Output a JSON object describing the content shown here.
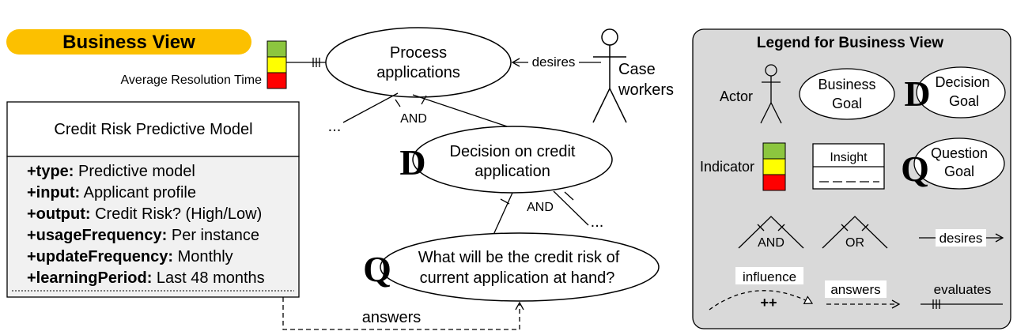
{
  "title": "Business View",
  "indicator": {
    "label": "Average Resolution Time",
    "colors": [
      "#8cc63f",
      "#ffff00",
      "#ff0000"
    ]
  },
  "model": {
    "name": "Credit Risk Predictive Model",
    "attributes": [
      {
        "key": "+type:",
        "value": " Predictive model"
      },
      {
        "key": "+input:",
        "value": " Applicant profile"
      },
      {
        "key": "+output:",
        "value": " Credit Risk? (High/Low)"
      },
      {
        "key": "+usageFrequency:",
        "value": " Per instance"
      },
      {
        "key": "+updateFrequency:",
        "value": " Monthly"
      },
      {
        "key": "+learningPeriod:",
        "value": " Last 48 months"
      }
    ]
  },
  "goal": {
    "line1": "Process",
    "line2": "applications"
  },
  "actor": {
    "line1": "Case",
    "line2": "workers"
  },
  "desires_label": "desires",
  "decision": {
    "marker": "D",
    "line1": "Decision on credit",
    "line2": "application"
  },
  "question": {
    "marker": "Q",
    "line1": "What will be the credit risk of",
    "line2": "current application at hand?"
  },
  "and_label": "AND",
  "ellipsis": "...",
  "answers_label": "answers",
  "legend": {
    "title": "Legend for Business View",
    "actor": "Actor",
    "business_goal": {
      "line1": "Business",
      "line2": "Goal"
    },
    "decision_goal": {
      "marker": "D",
      "line1": "Decision",
      "line2": "Goal"
    },
    "indicator": "Indicator",
    "insight": "Insight",
    "question_goal": {
      "marker": "Q",
      "line1": "Question",
      "line2": "Goal"
    },
    "and": "AND",
    "or": "OR",
    "desires": "desires",
    "influence": "influence",
    "influence_mark": "++",
    "answers": "answers",
    "evaluates": "evaluates"
  }
}
